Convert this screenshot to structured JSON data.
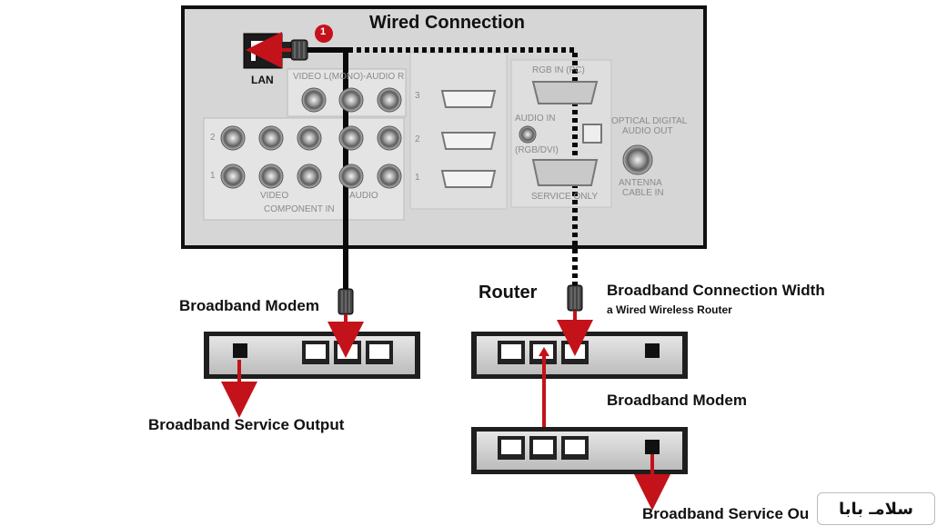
{
  "title": "Wired Connection",
  "lan_label": "LAN",
  "step_badge": "1",
  "panel_labels": {
    "video_audio": "VIDEO L(MONO)-AUDIO R",
    "rgb": "RGB IN (PC)",
    "audio_in": "AUDIO IN",
    "rgb_dvi": "(RGB/DVI)",
    "optical": "OPTICAL DIGITAL",
    "audio_out": "AUDIO OUT",
    "service_only": "SERVICE ONLY",
    "antenna": "ANTENNA",
    "cable_in": "CABLE IN",
    "video": "VIDEO",
    "audio": "AUDIO",
    "component": "COMPONENT IN",
    "row_nums": [
      "3",
      "2",
      "1"
    ],
    "comp_row_nums": [
      "2",
      "1"
    ]
  },
  "left_setup": {
    "modem_label": "Broadband Modem",
    "output_label": "Broadband Service Output"
  },
  "right_setup": {
    "router_label": "Router",
    "connection_title": "Broadband Connection Width",
    "connection_subtitle": "a Wired Wireless Router",
    "modem_label": "Broadband Modem",
    "output_label": "Broadband Service Ou"
  },
  "watermark": "سلامـ بابا",
  "colors": {
    "accent_red": "#c4121a",
    "cable": "#0a0a0a",
    "panel_bg": "#d9d9d9",
    "device_bg": "#cfcfcf"
  }
}
